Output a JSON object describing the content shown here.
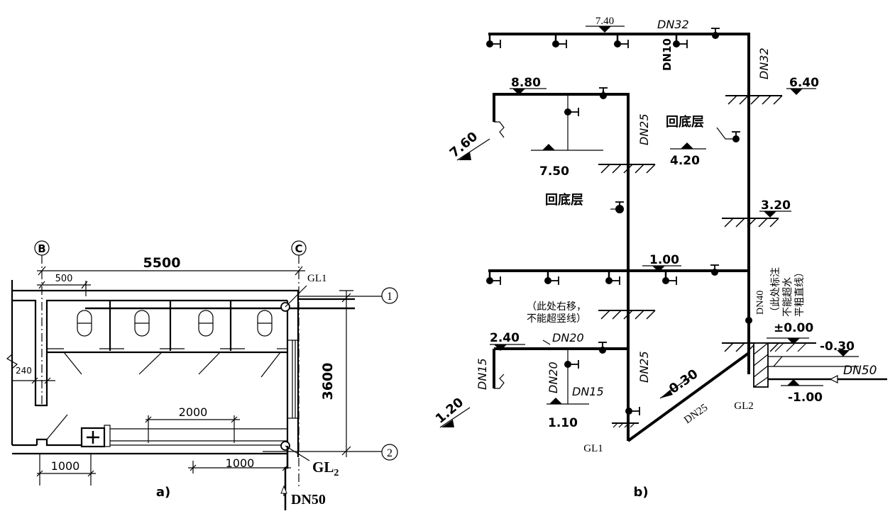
{
  "plan": {
    "caption": "a)",
    "axis_b": "B",
    "axis_c": "C",
    "axis_1": "1",
    "axis_2": "2",
    "dim_5500": "5500",
    "dim_500": "500",
    "dim_240": "240",
    "dim_3600": "3600",
    "dim_2000": "2000",
    "dim_1000_left": "1000",
    "dim_1000_right": "1000",
    "riser_gl1": "GL1",
    "riser_gl2": "GL",
    "riser_gl2_sub": "2",
    "inlet_dn50": "DN50"
  },
  "system": {
    "caption": "b)",
    "el_740": "7.40",
    "el_880": "8.80",
    "el_760": "7.60",
    "el_750": "7.50",
    "el_640": "6.40",
    "el_420": "4.20",
    "el_320": "3.20",
    "el_100": "1.00",
    "el_240": "2.40",
    "el_120": "1.20",
    "el_110": "1.10",
    "el_000": "±0.00",
    "el_m030_right": "-0.30",
    "el_m030_diag": "-0.30",
    "el_m100": "-1.00",
    "dn32_top": "DN32",
    "dn32_vert": "DN32",
    "dn10": "DN10",
    "dn25_upper": "DN25",
    "dn25_lower": "DN25",
    "dn25_diag": "DN25",
    "dn20_horiz": "DN20",
    "dn20_vert": "DN20",
    "dn15_left": "DN15",
    "dn15_right": "DN15",
    "dn40": "DN40",
    "dn50": "DN50",
    "return_floor_left": "回底层",
    "return_floor_right": "回底层",
    "note_left_1": "（此处右移，",
    "note_left_2": "不能超竖线）",
    "note_right_1": "（此处标注",
    "note_right_2": "不能超水",
    "note_right_3": "平粗直线）",
    "gl1": "GL1",
    "gl2": "GL2"
  }
}
